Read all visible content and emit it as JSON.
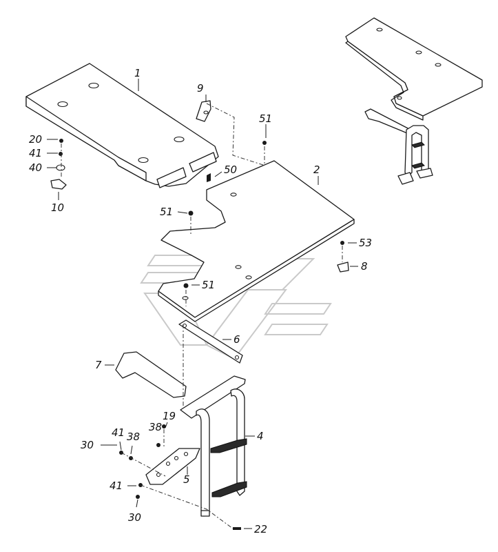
{
  "callouts": [
    {
      "id": "c1",
      "text": "1"
    },
    {
      "id": "c2",
      "text": "2"
    },
    {
      "id": "c4",
      "text": "4"
    },
    {
      "id": "c5",
      "text": "5"
    },
    {
      "id": "c6",
      "text": "6"
    },
    {
      "id": "c7",
      "text": "7"
    },
    {
      "id": "c8",
      "text": "8"
    },
    {
      "id": "c9",
      "text": "9"
    },
    {
      "id": "c10",
      "text": "10"
    },
    {
      "id": "c19",
      "text": "19"
    },
    {
      "id": "c20",
      "text": "20"
    },
    {
      "id": "c22",
      "text": "22"
    },
    {
      "id": "c30a",
      "text": "30"
    },
    {
      "id": "c30b",
      "text": "30"
    },
    {
      "id": "c38a",
      "text": "38"
    },
    {
      "id": "c38b",
      "text": "38"
    },
    {
      "id": "c40",
      "text": "40"
    },
    {
      "id": "c41a",
      "text": "41"
    },
    {
      "id": "c41b",
      "text": "41"
    },
    {
      "id": "c41c",
      "text": "41"
    },
    {
      "id": "c50",
      "text": "50"
    },
    {
      "id": "c51a",
      "text": "51"
    },
    {
      "id": "c51b",
      "text": "51"
    },
    {
      "id": "c51c",
      "text": "51"
    },
    {
      "id": "c53",
      "text": "53"
    }
  ]
}
